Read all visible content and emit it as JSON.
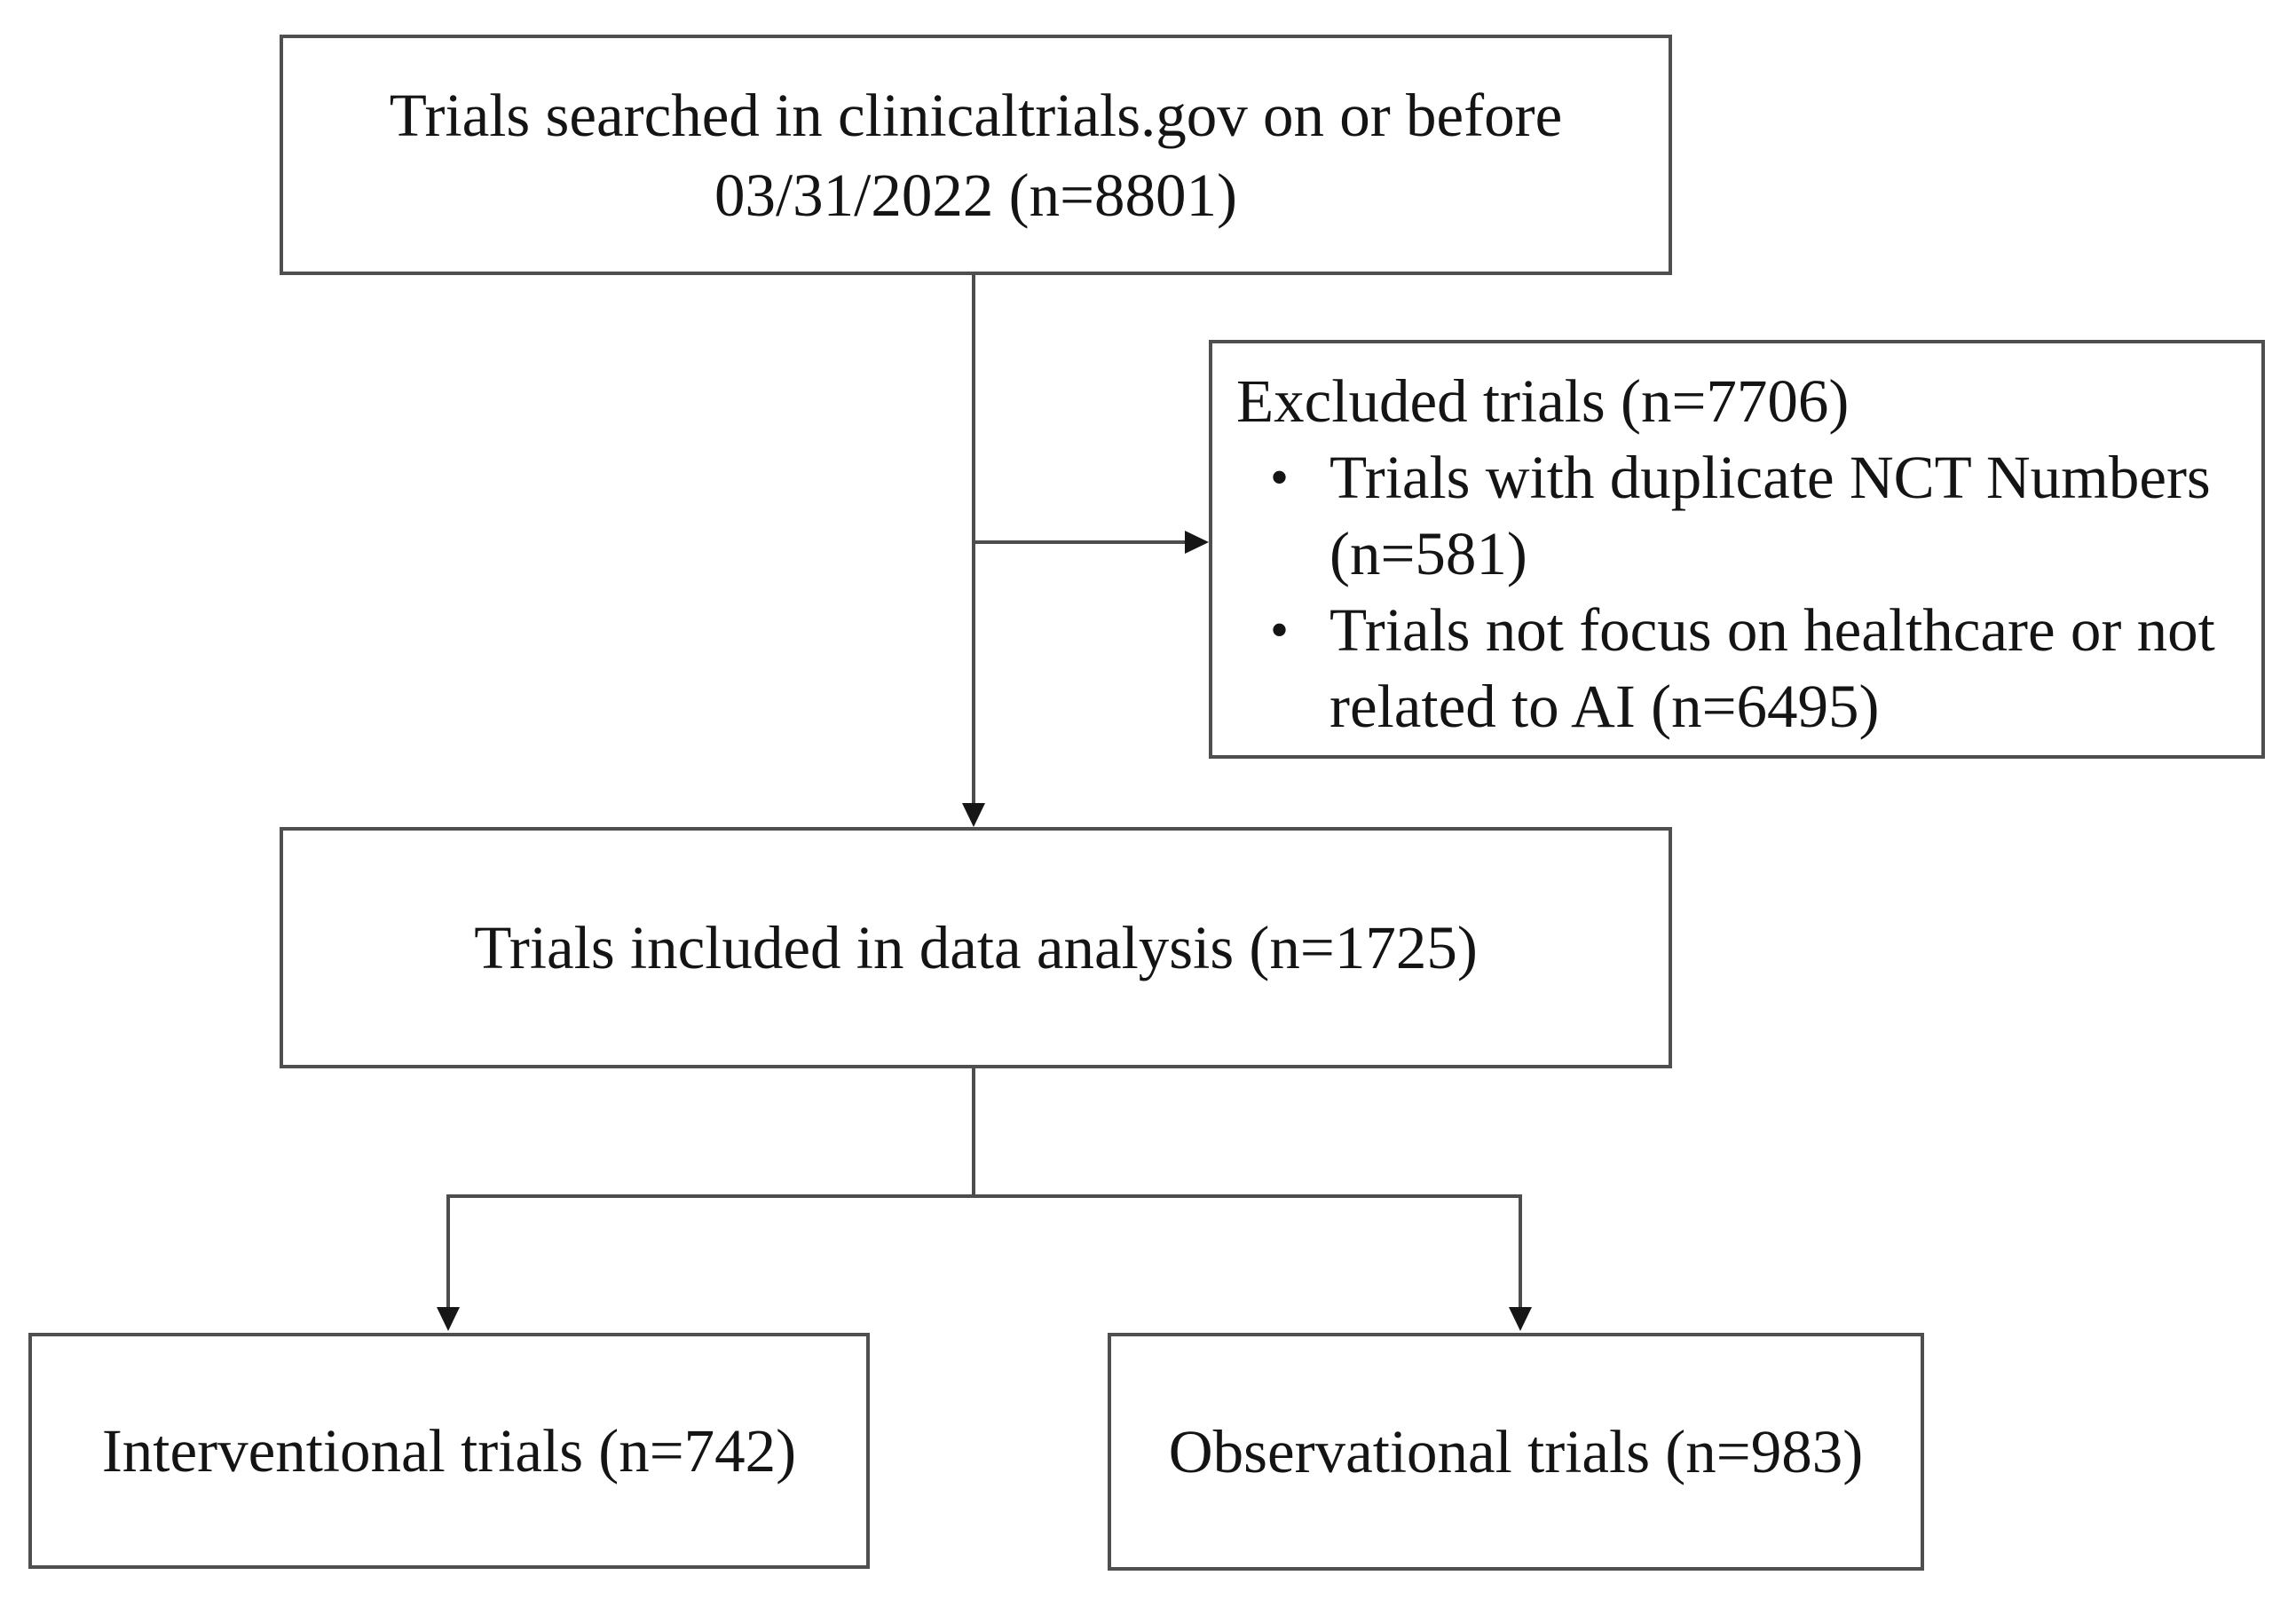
{
  "styles": {
    "background": "#ffffff",
    "box_border_color": "#4f4f4f",
    "line_color": "#4d4d4d",
    "arrow_color": "#161616",
    "text_color": "#141414"
  },
  "nodes": {
    "searched": {
      "line1": "Trials searched in clinicaltrials.gov on or before",
      "line2": "03/31/2022 (n=8801)"
    },
    "excluded": {
      "title": "Excluded trials (n=7706)",
      "bullet_marker": "•",
      "bullets": [
        "Trials with duplicate NCT Numbers (n=581)",
        "Trials not focus on healthcare or not related to AI (n=6495)"
      ]
    },
    "included": {
      "label": "Trials included in data analysis (n=1725)"
    },
    "interventional": {
      "label": "Interventional trials (n=742)"
    },
    "observational": {
      "label": "Observational trials (n=983)"
    }
  }
}
